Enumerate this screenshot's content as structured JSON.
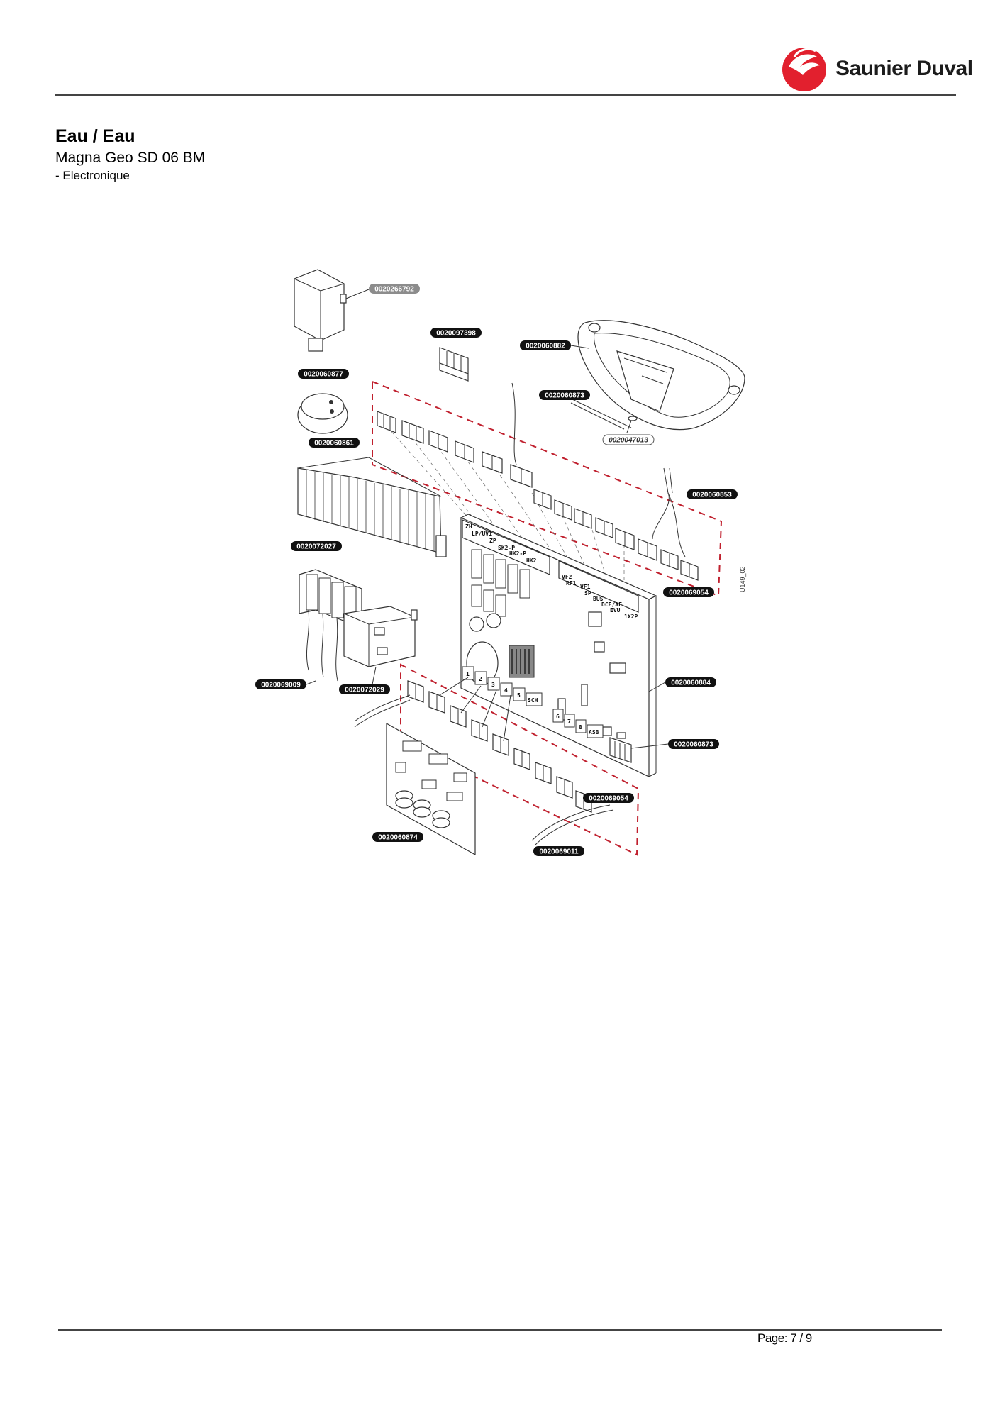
{
  "header": {
    "brand": "Saunier Duval",
    "brand_color": "#e2202e"
  },
  "doc": {
    "title": "Eau / Eau",
    "model": "Magna Geo SD 06 BM",
    "section": "- Electronique"
  },
  "diagram": {
    "drawing_ref": "U149_02",
    "parts": [
      {
        "ref": "0020266792"
      },
      {
        "ref": "0020097398"
      },
      {
        "ref": "0020060882"
      },
      {
        "ref": "0020060877"
      },
      {
        "ref": "0020060873"
      },
      {
        "ref": "0020047013"
      },
      {
        "ref": "0020060861"
      },
      {
        "ref": "0020060853"
      },
      {
        "ref": "0020072027"
      },
      {
        "ref": "0020069054"
      },
      {
        "ref": "0020069009"
      },
      {
        "ref": "0020072029"
      },
      {
        "ref": "0020060884"
      },
      {
        "ref": "0020060873"
      },
      {
        "ref": "0020069054"
      },
      {
        "ref": "0020060874"
      },
      {
        "ref": "0020069011"
      }
    ],
    "terminal_labels": [
      "ZH",
      "LP/UV1",
      "ZP",
      "SK2-P",
      "HK2-P",
      "HK2",
      "VF2",
      "RF1",
      "VF1",
      "SP",
      "BUS",
      "DCF/AF",
      "EVU",
      "1X2P",
      "1",
      "2",
      "3",
      "4",
      "5",
      "SCH",
      "6",
      "7",
      "8",
      "ASB"
    ]
  },
  "footer": {
    "page": "Page: 7 / 9"
  }
}
